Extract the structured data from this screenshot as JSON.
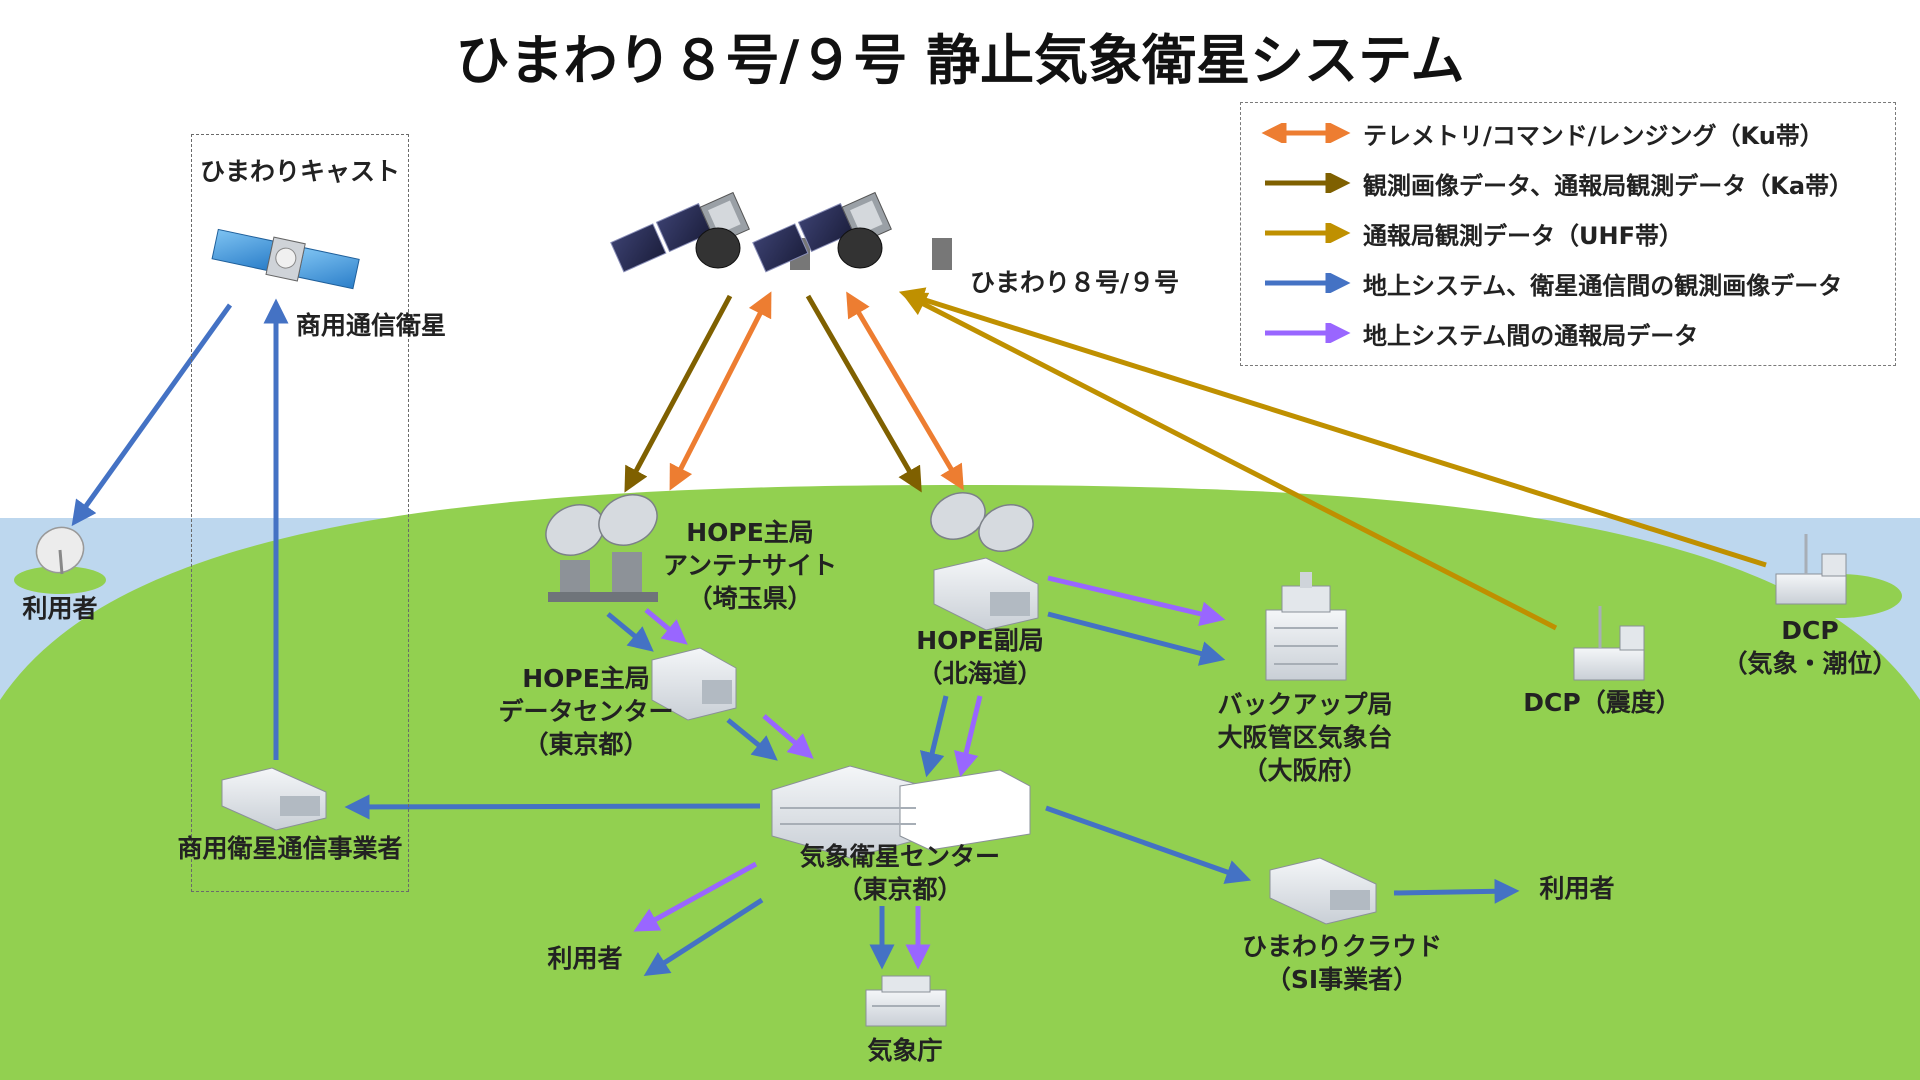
{
  "title": "ひまわり８号/９号 静止気象衛星システム",
  "colors": {
    "telemetry": "#ED7D31",
    "observation": "#7F6000",
    "dcp": "#BF9000",
    "image_data": "#4472C4",
    "report_data": "#9966FF",
    "sea": "#BDD7EE",
    "land": "#92D050"
  },
  "legend": [
    {
      "label": "テレメトリ/コマンド/レンジング（Ku帯）",
      "color": "#ED7D31"
    },
    {
      "label": "観測画像データ、通報局観測データ（Ka帯）",
      "color": "#7F6000"
    },
    {
      "label": "通報局観測データ（UHF帯）",
      "color": "#BF9000"
    },
    {
      "label": "地上システム、衛星通信間の観測画像データ",
      "color": "#4472C4"
    },
    {
      "label": "地上システム間の通報局データ",
      "color": "#9966FF"
    }
  ],
  "nodes": {
    "himawari_cast": {
      "line1": "ひまわりキャスト"
    },
    "commercial_sat": {
      "line1": "商用通信衛星"
    },
    "himawari_sats": {
      "line1": "ひまわり８号/９号"
    },
    "user_left": {
      "line1": "利用者"
    },
    "hope_main_antenna": {
      "line1": "HOPE主局",
      "line2": "アンテナサイト",
      "line3": "（埼玉県）"
    },
    "hope_main_dc": {
      "line1": "HOPE主局",
      "line2": "データセンター",
      "line3": "（東京都）"
    },
    "hope_sub": {
      "line1": "HOPE副局",
      "line2": "（北海道）"
    },
    "backup": {
      "line1": "バックアップ局",
      "line2": "大阪管区気象台",
      "line3": "（大阪府）"
    },
    "dcp_seismic": {
      "line1": "DCP（震度）"
    },
    "dcp_weather": {
      "line1": "DCP",
      "line2": "（気象・潮位）"
    },
    "commercial_operator": {
      "line1": "商用衛星通信事業者"
    },
    "msc": {
      "line1": "気象衛星センター",
      "line2": "（東京都）"
    },
    "user_bottom": {
      "line1": "利用者"
    },
    "jma": {
      "line1": "気象庁"
    },
    "cloud": {
      "line1": "ひまわりクラウド",
      "line2": "（SI事業者）"
    },
    "user_right": {
      "line1": "利用者"
    }
  }
}
